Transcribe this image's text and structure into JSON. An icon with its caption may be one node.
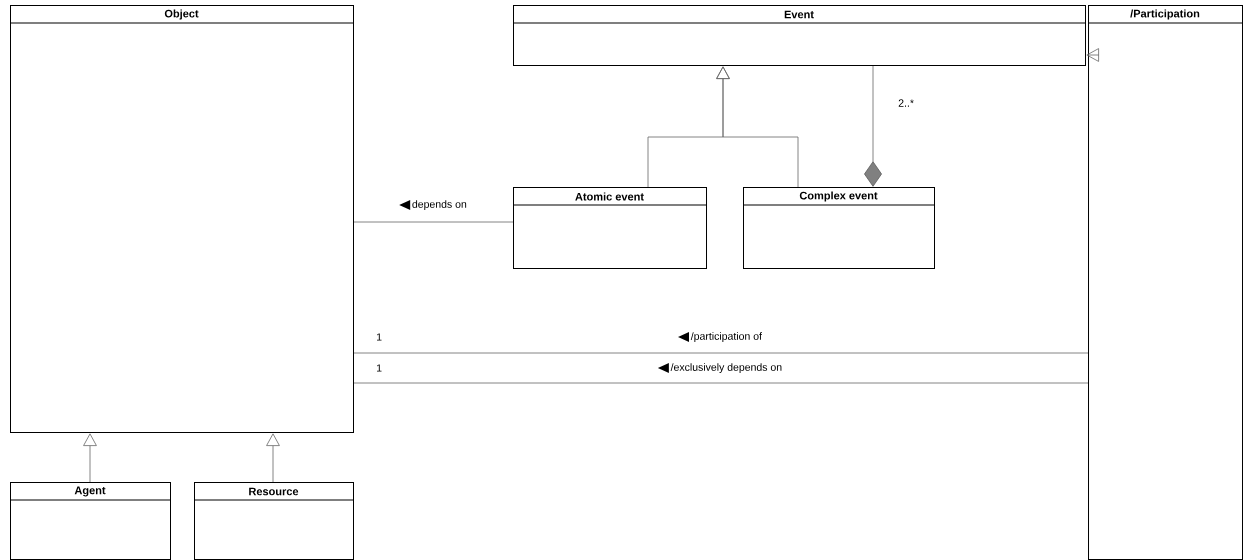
{
  "diagram": {
    "nodes": [
      {
        "text": [
          "Object"
        ]
      },
      {
        "text": [
          "Event"
        ]
      },
      {
        "text": [
          "/Participation"
        ]
      },
      {
        "text": [
          "Atomic event"
        ]
      },
      {
        "text": [
          "Complex event"
        ]
      },
      {
        "text": [
          "Agent"
        ]
      },
      {
        "text": [
          "Resource"
        ]
      }
    ],
    "edges": [
      {
        "from": 2,
        "to": 1,
        "arrow": "to"
      },
      {
        "from": 3,
        "to": 1,
        "arrow": "to"
      },
      {
        "from": 4,
        "to": 1,
        "arrow": "to"
      },
      {
        "from": 1,
        "to": 4,
        "arrow": "other"
      },
      {
        "from": 3,
        "to": 0,
        "arrow": "none",
        "label": "depends on"
      },
      {
        "from": 2,
        "to": 0,
        "arrow": "none",
        "label": "/participation of"
      },
      {
        "from": 2,
        "to": 0,
        "arrow": "none",
        "label": "/exclusively depends on"
      },
      {
        "from": 5,
        "to": 0,
        "arrow": "to"
      },
      {
        "from": 6,
        "to": 0,
        "arrow": "to"
      }
    ],
    "labels": [
      "2..*",
      "1",
      "1"
    ]
  }
}
